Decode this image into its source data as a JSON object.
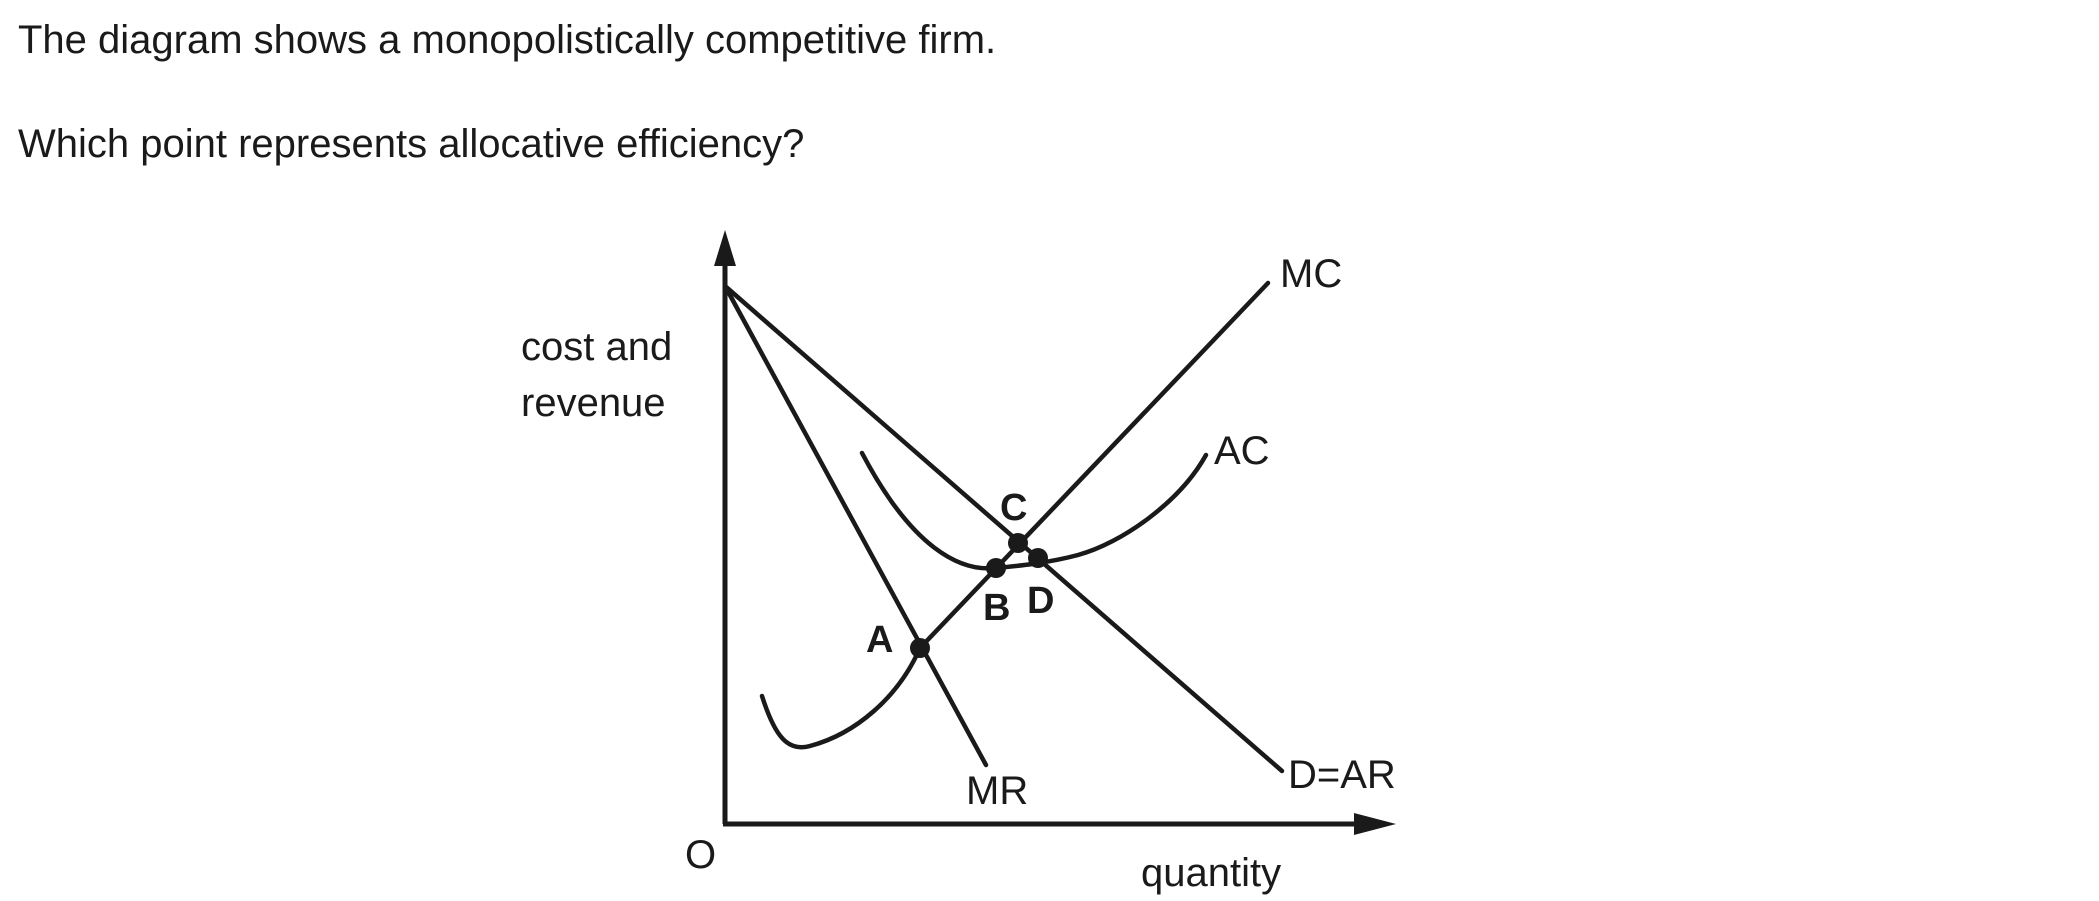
{
  "question": {
    "line1": "The diagram shows a monopolistically competitive firm.",
    "line2": "Which point represents allocative efficiency?"
  },
  "diagram": {
    "axes": {
      "y_label_line1": "cost and",
      "y_label_line2": "revenue",
      "x_label": "quantity",
      "origin_label": "O"
    },
    "curves": {
      "mc": "MC",
      "ac": "AC",
      "mr": "MR",
      "demand": "D=AR"
    },
    "points": {
      "a": "A",
      "b": "B",
      "c": "C",
      "d": "D"
    }
  }
}
